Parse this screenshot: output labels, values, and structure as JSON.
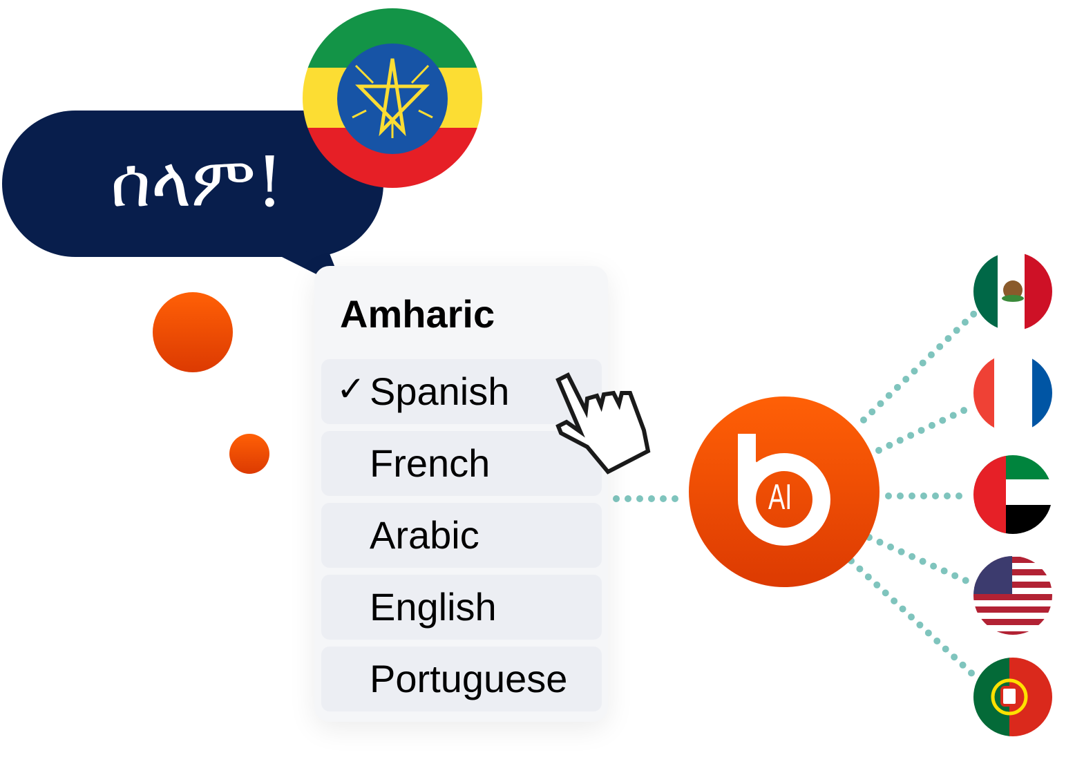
{
  "greeting": "ሰላም!",
  "dropdown": {
    "title": "Amharic",
    "check_mark": "✓",
    "items": [
      {
        "label": "Spanish",
        "selected": true
      },
      {
        "label": "French",
        "selected": false
      },
      {
        "label": "Arabic",
        "selected": false
      },
      {
        "label": "English",
        "selected": false
      },
      {
        "label": "Portuguese",
        "selected": false
      }
    ]
  },
  "logo": {
    "text": "AI",
    "color": "#f25a05"
  },
  "flags": [
    "ethiopia-flag-icon",
    "mexico-flag-icon",
    "france-flag-icon",
    "uae-flag-icon",
    "usa-flag-icon",
    "portugal-flag-icon"
  ],
  "colors": {
    "bubble": "#081e4c",
    "accent": "#f25a05",
    "dots": "#7fc4bd",
    "panel": "#f5f6f8",
    "item": "#eceef3"
  }
}
